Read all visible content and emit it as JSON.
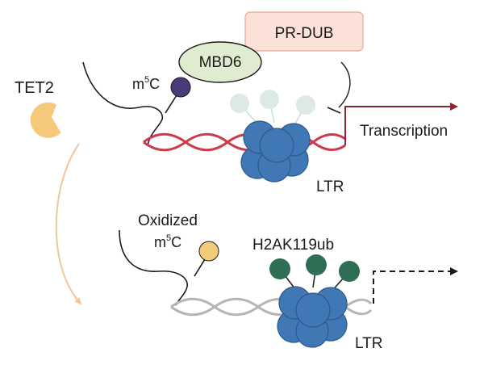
{
  "top": {
    "enzyme_label": "TET2",
    "reader_label": "MBD6",
    "complex_label": "PR-DUB",
    "mark_prefix": "m",
    "mark_sup": "5",
    "mark_suffix": "C",
    "transcription_label": "Transcription",
    "ltr_label": "LTR"
  },
  "bottom": {
    "oxidized_label": "Oxidized",
    "mark_prefix": "m",
    "mark_sup": "5",
    "mark_suffix": "C",
    "histone_mark_label": "H2AK119ub",
    "ltr_label": "LTR"
  },
  "colors": {
    "tet2": "#f4c97a",
    "mbd6_fill": "#dfeccf",
    "prdub_fill": "#fbe1d8",
    "prdub_stroke": "#e6a895",
    "m5c_top": "#4a3a78",
    "m5c_bottom": "#f4cb78",
    "nucleosome": "#3f78b5",
    "ub_faded": "#dde9e6",
    "ub_dark": "#2f6e54",
    "dna_red": "#cf3a4a",
    "dna_grey": "#b5b5b5",
    "arrow_red": "#8c2635",
    "curve_arrow": "#f0c69c"
  }
}
